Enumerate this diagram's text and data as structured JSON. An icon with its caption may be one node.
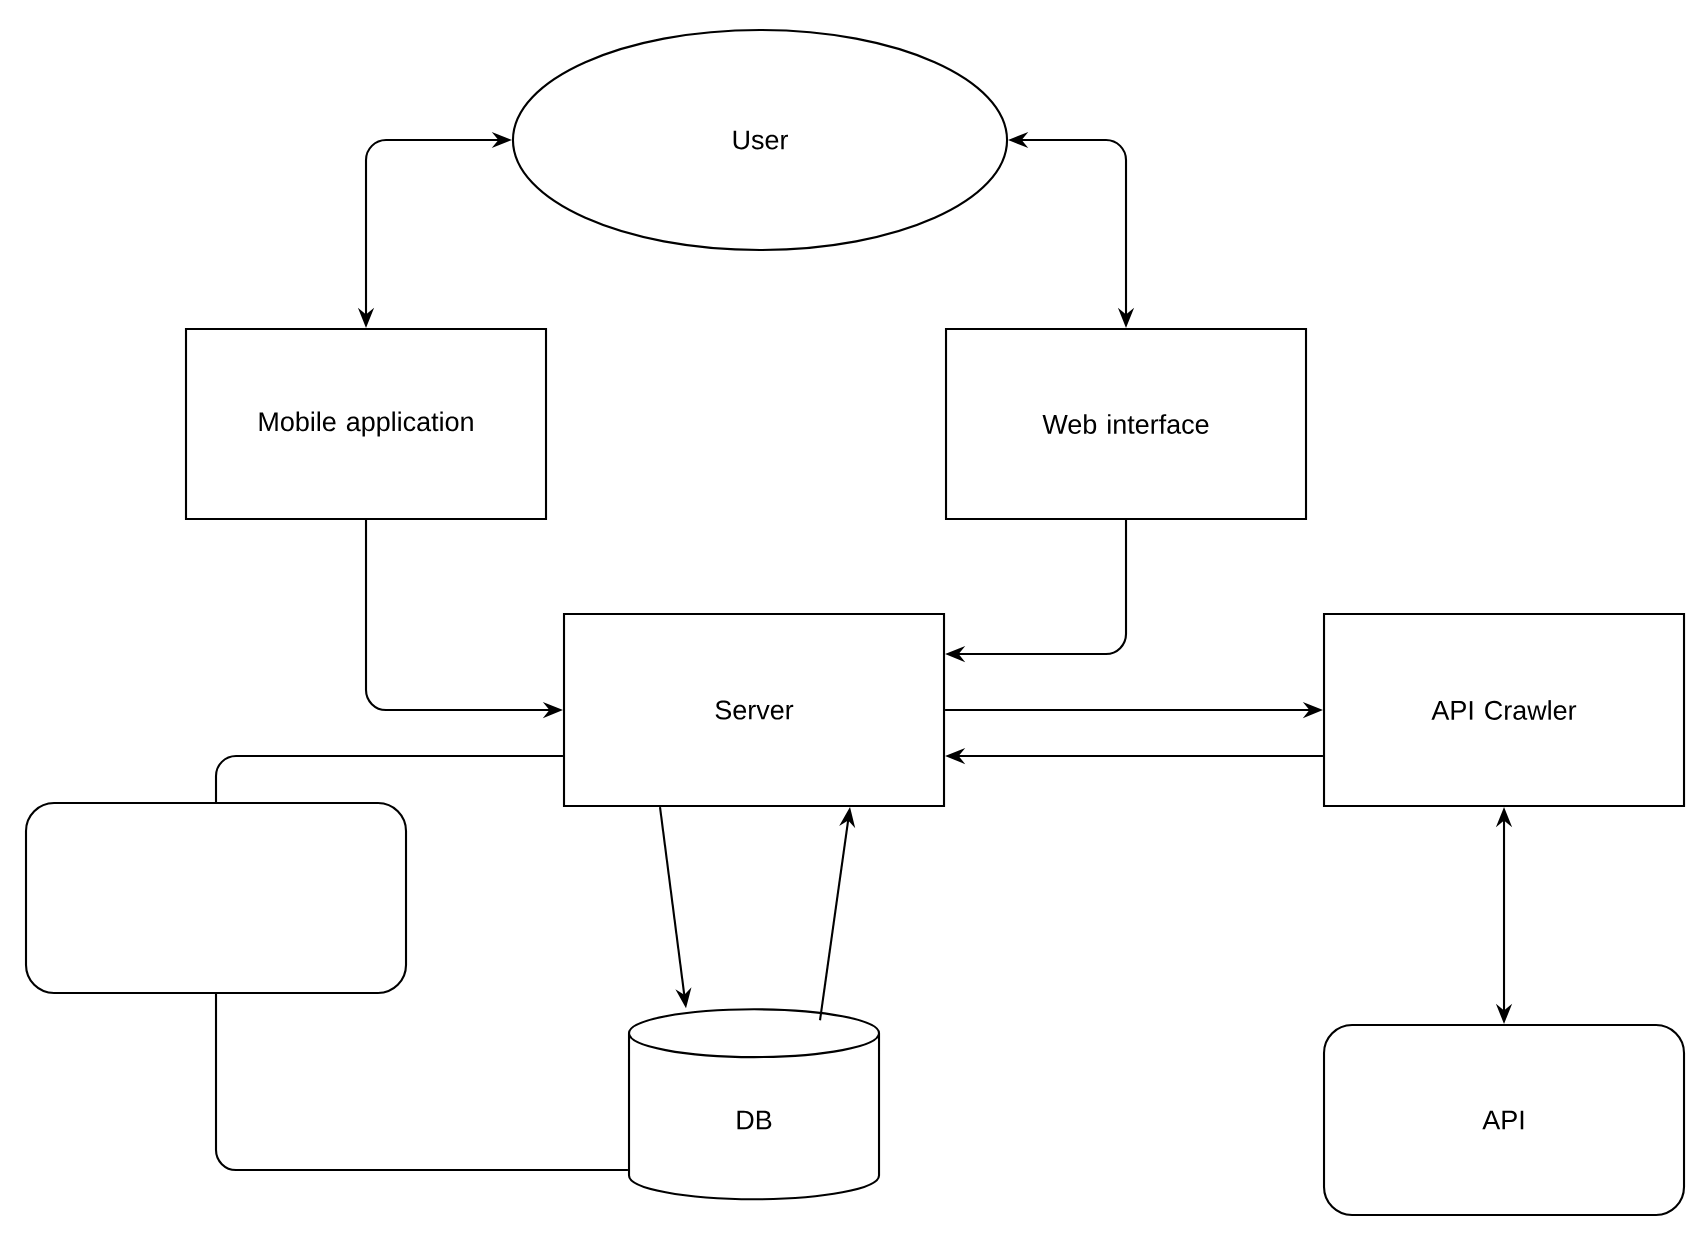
{
  "diagram": {
    "nodes": [
      {
        "text": [
          "User"
        ]
      },
      {
        "text": [
          "Mobile application"
        ]
      },
      {
        "text": [
          "Web interface"
        ]
      },
      {
        "text": [
          "Server"
        ]
      },
      {
        "text": [
          "API  Crawler"
        ]
      },
      {
        "text": [],
        "shape": "box"
      },
      {
        "text": [
          "DB"
        ]
      },
      {
        "text": [
          "API"
        ]
      }
    ],
    "edges": [
      {
        "from": 0,
        "to": 1,
        "arrow": "both"
      },
      {
        "from": 0,
        "to": 2,
        "arrow": "both"
      },
      {
        "from": 1,
        "to": 3,
        "arrow": "to"
      },
      {
        "from": 2,
        "to": 3,
        "arrow": "to"
      },
      {
        "from": 3,
        "to": 4,
        "arrow": "to"
      },
      {
        "from": 4,
        "to": 3,
        "arrow": "to"
      },
      {
        "from": 3,
        "to": 5,
        "arrow": "none"
      },
      {
        "from": 5,
        "to": 6,
        "arrow": "none"
      },
      {
        "from": 3,
        "to": 6,
        "arrow": "to"
      },
      {
        "from": 6,
        "to": 3,
        "arrow": "to"
      },
      {
        "from": 4,
        "to": 7,
        "arrow": "both"
      }
    ]
  }
}
